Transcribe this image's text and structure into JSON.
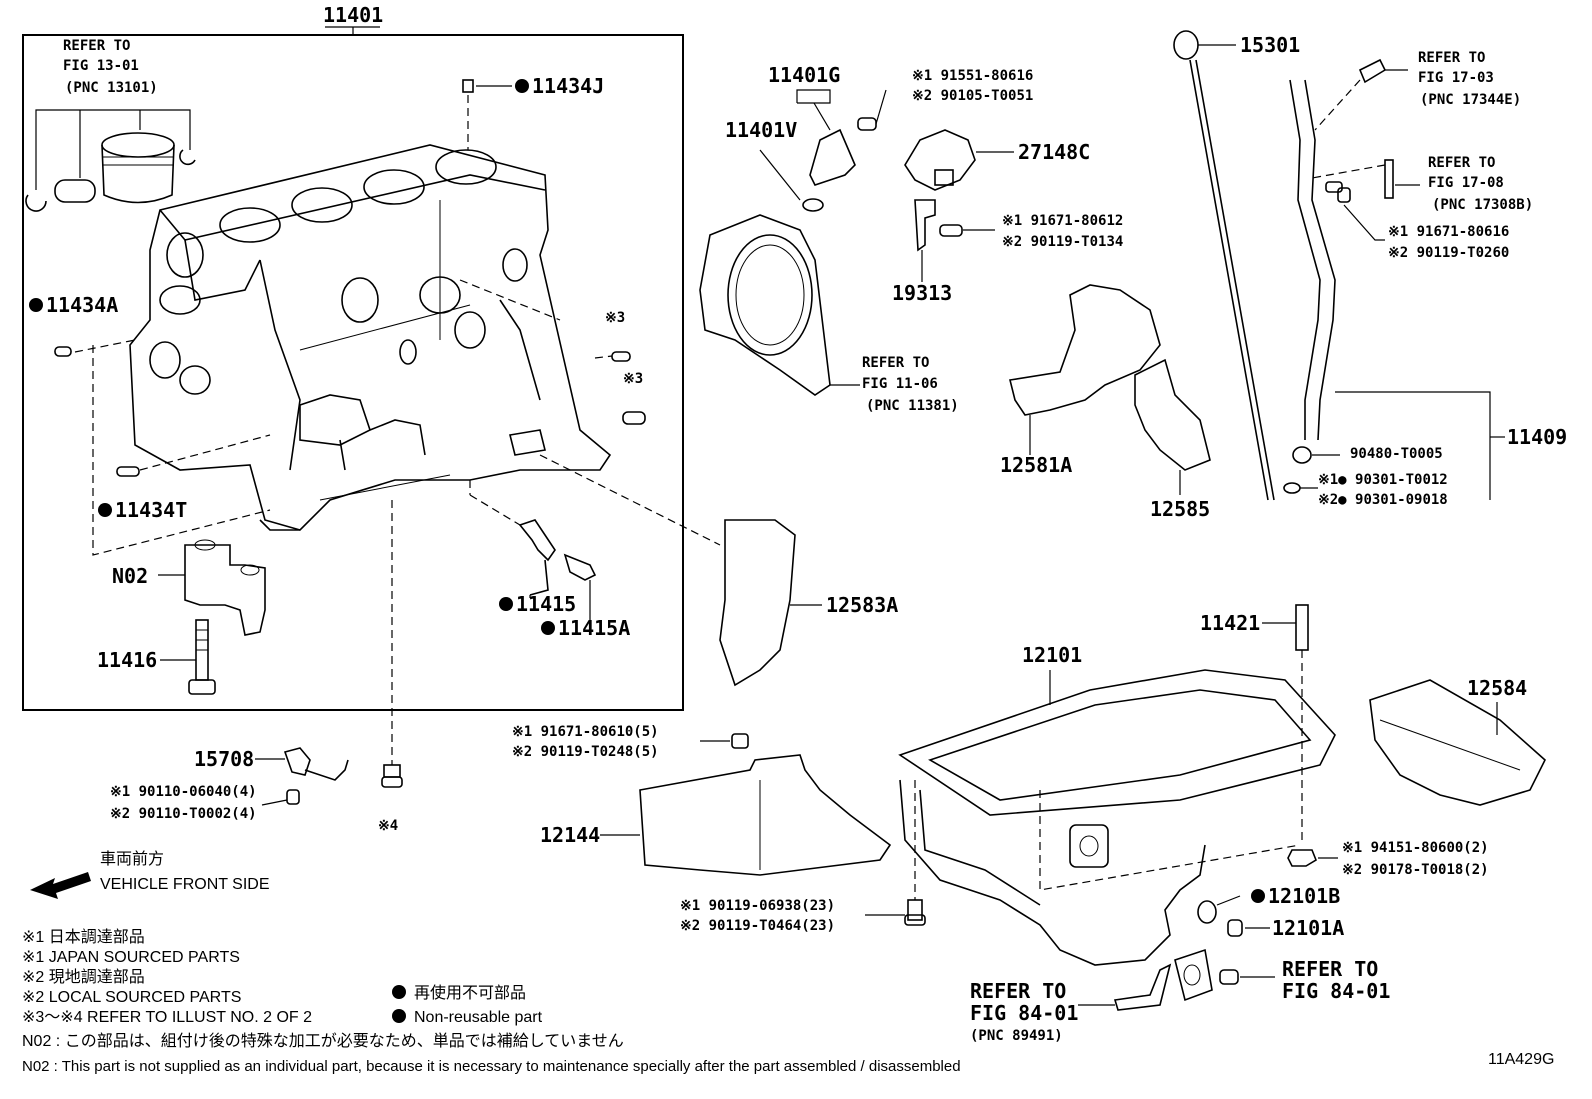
{
  "callouts": {
    "p11401": "11401",
    "refer_13_01": {
      "l1": "REFER TO",
      "l2": "FIG 13-01",
      "l3": "(PNC 13101)"
    },
    "p11434J": "11434J",
    "p11434A": "11434A",
    "p11434T": "11434T",
    "n02": "N02",
    "p11416": "11416",
    "p11415": "11415",
    "p11415A": "11415A",
    "ref3a": "※3",
    "ref3b": "※3",
    "ref4": "※4",
    "p11401G": "11401G",
    "p11401V": "11401V",
    "bolt_a1": "※1 91551-80616",
    "bolt_a2": "※2 90105-T0051",
    "p27148C": "27148C",
    "bolt_b1": "※1 91671-80612",
    "bolt_b2": "※2 90119-T0134",
    "p19313": "19313",
    "refer_11_06": {
      "l1": "REFER TO",
      "l2": "FIG 11-06",
      "l3": "(PNC 11381)"
    },
    "p12581A": "12581A",
    "p12585": "12585",
    "p12583A": "12583A",
    "p15301": "15301",
    "refer_17_03": {
      "l1": "REFER TO",
      "l2": "FIG 17-03",
      "l3": "(PNC 17344E)"
    },
    "refer_17_08": {
      "l1": "REFER TO",
      "l2": "FIG 17-08",
      "l3": "(PNC 17308B)"
    },
    "bolt_c1": "※1 91671-80616",
    "bolt_c2": "※2 90119-T0260",
    "p11409": "11409",
    "p90480": "90480-T0005",
    "gasket_1": "※1● 90301-T0012",
    "gasket_2": "※2● 90301-09018",
    "p11421": "11421",
    "p12101": "12101",
    "p12584": "12584",
    "p15708": "15708",
    "bolt_d1": "※1 90110-06040(4)",
    "bolt_d2": "※2 90110-T0002(4)",
    "bolt_e1": "※1 91671-80610(5)",
    "bolt_e2": "※2 90119-T0248(5)",
    "p12144": "12144",
    "nut_1": "※1 94151-80600(2)",
    "nut_2": "※2 90178-T0018(2)",
    "p12101B": "12101B",
    "p12101A": "12101A",
    "bolt_f1": "※1 90119-06938(23)",
    "bolt_f2": "※2 90119-T0464(23)",
    "refer_84_01a": {
      "l1": "REFER TO",
      "l2": "FIG 84-01",
      "l3": "(PNC 89491)"
    },
    "refer_84_01b": {
      "l1": "REFER TO",
      "l2": "FIG 84-01"
    }
  },
  "legend": {
    "front_jp": "車両前方",
    "front_en": "VEHICLE FRONT SIDE",
    "j1_jp": "※1  日本調達部品",
    "j1_en": "※1  JAPAN SOURCED PARTS",
    "j2_jp": "※2  現地調達部品",
    "j2_en": "※2  LOCAL SOURCED PARTS",
    "j34": "※3～※4  REFER TO ILLUST NO. 2 OF 2",
    "nonreuse_jp": "再使用不可部品",
    "nonreuse_en": "Non-reusable part",
    "n02_jp": "N02 : この部品は、組付け後の特殊な加工が必要なため、単品では補給していません",
    "n02_en": "N02 : This part is not supplied as an individual part, because it is necessary to maintenance specially after the part assembled / disassembled",
    "illust_id": "11A429G"
  }
}
